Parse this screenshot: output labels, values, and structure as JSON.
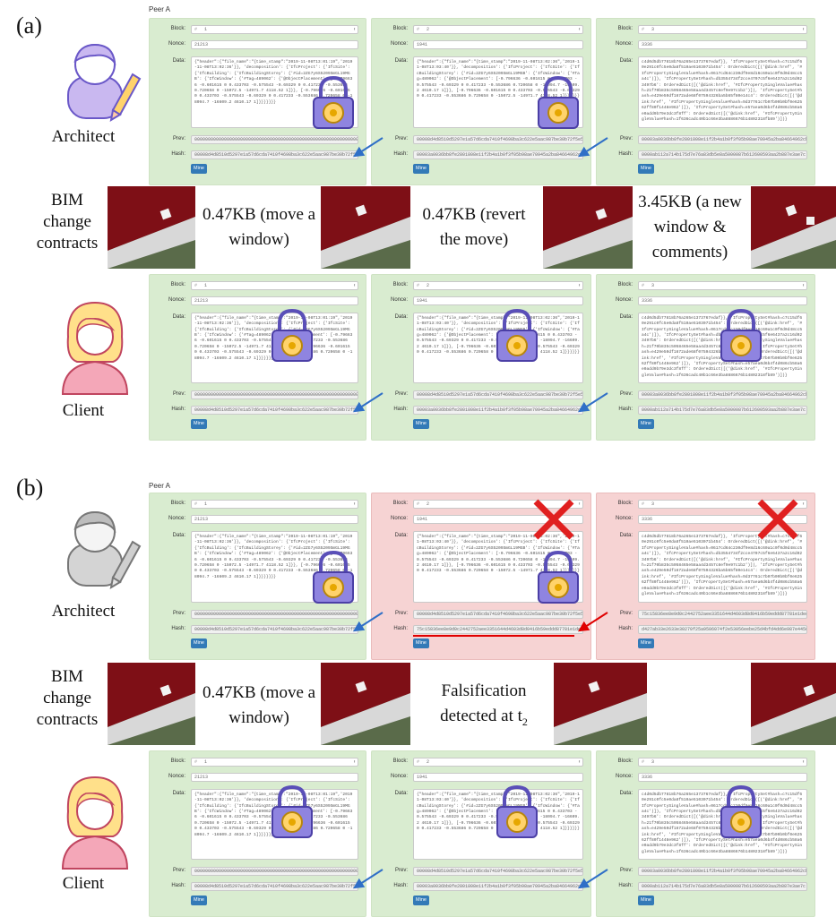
{
  "panels": {
    "a": "(a)",
    "b": "(b)"
  },
  "peer_label": "Peer A",
  "roles": {
    "architect": "Architect",
    "client": "Client"
  },
  "bim_label": [
    "BIM",
    "change",
    "contracts"
  ],
  "fields": {
    "block": "Block:",
    "nonce": "Nonce:",
    "data": "Data:",
    "prev": "Prev:",
    "hash": "Hash:",
    "hash_sym": "#",
    "mine": "Mine"
  },
  "blocks": [
    {
      "block": "1",
      "nonce": "21213",
      "data": "{\"header\":{\"file_name\":\"{time_stamp\":\"2019-11-08T13:01:19\",'2019-11-08T13:02:36'}}, 'decomposition': {'IfcProject': {'IfcSite': {'IfcBuilding': {'IfcBuildingStorey': {'#id=2ZG7y6S5209SmGL19MGB': {'IfcWindow': {'#Tag=489062': {'@ObjectPlacement': [-0.796636 -0.601615 0 0.433703 -0.575543 -0.69329 0 0.417233 -0.553686 0.720658 0 -15072.5 -14971.7 4118.52 1]}}, [-0.796636 -0.601615 0 0.433703 -0.575543 -0.69329 0 0.417233 -0.553686 0.720658 0 -18094.7 -16609.2 4610.17 1]}}}}}}}",
      "prev": "0000000000000000000000000000000000000000000000000000000000000000",
      "hash": "00008d4d8510d5297e1a57d6cda7410f4698ba3c622e5aac987be30b72f5e5"
    },
    {
      "block": "2",
      "nonce": "1941",
      "data": "{\"header\":{\"file_name\":\"{time_stamp\":\"2019-11-08T13:02:36\",'2019-11-08T13:03:40'}}, 'decomposition': {'IfcProject': {'IfcSite': {'IfcBuildingStorey': {'#id=2ZG7y6S5209SmGL19MGB': {'IfcWindow': {'#Tag=489062': {'@ObjectPlacement': [-0.796636 -0.601615 0 0.433703 -0.575543 -0.69329 0 0.417233 -0.553686 0.720658 0 -18094.7 -16609.2 4610.17 1]}}, [-0.796636 -0.601615 0 0.433703 -0.575543 -0.69329 0 0.417233 -0.553686 0.720658 0 -15072.5 -14971.7 4118.52 1]}}}}}}",
      "prev": "00008d4d8510d5297e1a57d6cda7410f4698ba3c622e5aac987be30b72f5e5",
      "hash": "00003a0036bb8fe2801808e11f2b4a1b0f3f05b98ae70945a2ba84664962cb"
    },
    {
      "block": "3",
      "nonce": "3336",
      "data": "c4d0d5db77818b76a265e1373767edaf}}, 'IfcPropertySet#hash=c7c15df60e291c0fc5e0da8f510ae5103071b454': OrderedDict([('@dink:href', '#IfcPropertySingleValue#hash=0617cd64c230df9e8d16c60a1c0f0d0d48cc5a4c')]), 'IfcPropertySet#hash=db3554734f2cce4707c5f6e6437a2c16d023497b6': OrderedDict([('@dink:href', '#IfcPropertySingleValue#hash=21f70b835c5058465e58aa4d3457c8ef9e97c1b2')]), 'IfcPropertySet#hash=e429e50df1672ade68f07594326ba5b65f80e14c4': OrderedDict([('@dink:href', '#IfcPropertySingleValue#hash=9d37761c7b07b09b0bf0e62562ff80f1448e962')]), 'IfcPropertySet#hash=e57aea0d6b4f4d086cb58a6e0add9b79e3dc3f8ff': OrderedDict([('@dink:href', '#IfcPropertySingleValue#hash=1f636cadc40b1c66e3ba8886676b14802318fb89')])}",
      "prev": "00003a0036bb8fe2801808e11f2b4a1b0f3f05b98ae70945a2ba84664962cb",
      "hash": "0000ab112a714b175d7e76a83db5e8a5000087b612600593aa2b887e3ae7c"
    }
  ],
  "tampered": {
    "prev_b3": "75c15836ee8e9d0c2442752aee3351644d4603d8d0416b59eddd87781e1ded0",
    "hash_b2": "75c15836ee8e9d0c2442752aee3351644d4603d8d0416b59eddd87781e1ded0",
    "hash_b3": "d427ab33e2633e30270f25a9506074f2e53056eebe25d4bfd4dd6e987e4456"
  },
  "sizes_a": [
    "0.47KB (move a window)",
    "0.47KB (revert the move)",
    "3.45KB (a new window & comments)"
  ],
  "sizes_b": [
    "0.47KB (move a window)",
    "Falsification detected at t",
    "2"
  ],
  "colors": {
    "green": "#d9ecd0",
    "red": "#f6d3d3",
    "arrow_blue": "#2f6fc7",
    "arrow_red": "#e00000",
    "cross": "#e02020",
    "lock": "#7b6fd6"
  }
}
